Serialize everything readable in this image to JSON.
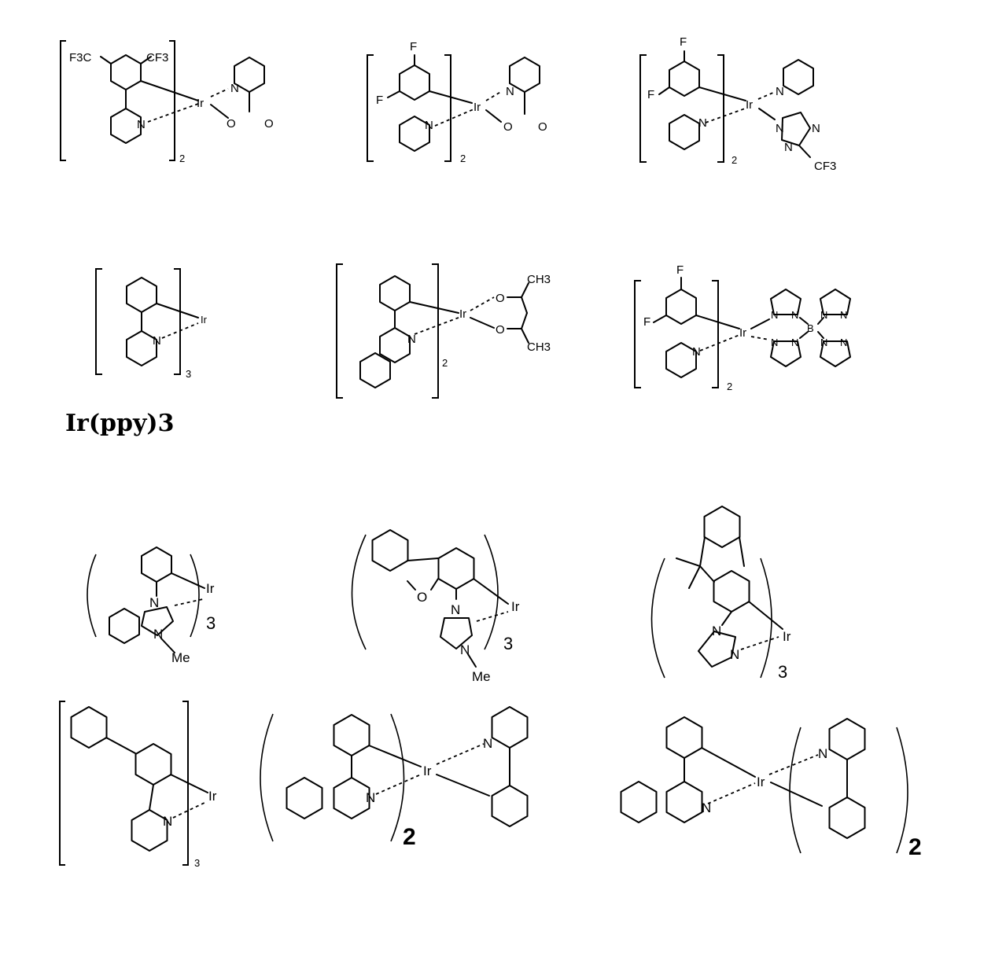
{
  "figure": {
    "type": "chemical-structures",
    "description": "Iridium phosphorescent complexes",
    "metal": "Ir"
  },
  "compounds": [
    {
      "id": "c1",
      "labels": {
        "sub1": "F3C",
        "sub2": "CF3",
        "n1": "N",
        "metal": "Ir",
        "n2": "N",
        "o1": "O",
        "o2": "O",
        "count": "2"
      },
      "bracket": "square"
    },
    {
      "id": "c2",
      "labels": {
        "f1": "F",
        "f2": "F",
        "n1": "N",
        "metal": "Ir",
        "n2": "N",
        "o1": "O",
        "o2": "O",
        "count": "2"
      },
      "bracket": "square"
    },
    {
      "id": "c3",
      "labels": {
        "f1": "F",
        "f2": "F",
        "n1": "N",
        "metal": "Ir",
        "n2": "N",
        "n3": "N",
        "n4": "N",
        "n5": "N",
        "cf3": "CF3",
        "count": "2"
      },
      "bracket": "square"
    },
    {
      "id": "c4",
      "labels": {
        "n1": "N",
        "metal": "Ir",
        "count": "3"
      },
      "bracket": "square",
      "name": "Ir(ppy)3"
    },
    {
      "id": "c5",
      "labels": {
        "n1": "N",
        "metal": "Ir",
        "o1": "O",
        "o2": "O",
        "ch3a": "CH3",
        "ch3b": "CH3",
        "count": "2"
      },
      "bracket": "square"
    },
    {
      "id": "c6",
      "labels": {
        "f1": "F",
        "f2": "F",
        "n1": "N",
        "metal": "Ir",
        "boron": "B",
        "nn": "N",
        "count": "2"
      },
      "bracket": "square"
    },
    {
      "id": "c7",
      "labels": {
        "n1": "N",
        "n2": "N",
        "me": "Me",
        "metal": "Ir",
        "count": "3"
      },
      "bracket": "round"
    },
    {
      "id": "c8",
      "labels": {
        "o": "O",
        "n1": "N",
        "n2": "N",
        "me": "Me",
        "metal": "Ir",
        "count": "3"
      },
      "bracket": "round"
    },
    {
      "id": "c9",
      "labels": {
        "n1": "N",
        "n2": "N",
        "metal": "Ir",
        "count": "3"
      },
      "bracket": "round"
    },
    {
      "id": "c10",
      "labels": {
        "n1": "N",
        "metal": "Ir",
        "count": "3"
      },
      "bracket": "square"
    },
    {
      "id": "c11",
      "labels": {
        "n1": "N",
        "metal": "Ir",
        "n2": "N",
        "count": "2"
      },
      "bracket": "round"
    },
    {
      "id": "c12",
      "labels": {
        "n1": "N",
        "metal": "Ir",
        "n2": "N",
        "count": "2"
      },
      "bracket": "round"
    }
  ]
}
